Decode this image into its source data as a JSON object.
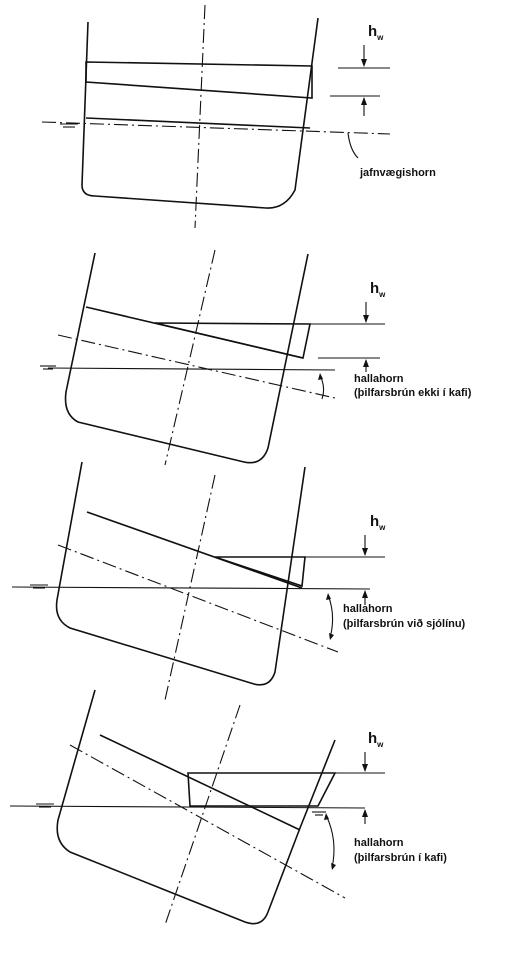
{
  "panels": [
    {
      "id": "upright",
      "hw_symbol": "h",
      "hw_subscript": "w",
      "angle_label_lines": [
        "jafnvægishorn"
      ]
    },
    {
      "id": "heel-edge-dry",
      "hw_symbol": "h",
      "hw_subscript": "w",
      "angle_label_lines": [
        "hallahorn",
        "(þilfarsbrún ekki í kafi)"
      ]
    },
    {
      "id": "heel-edge-waterline",
      "hw_symbol": "h",
      "hw_subscript": "w",
      "angle_label_lines": [
        "hallahorn",
        "(þilfarsbrún við sjólínu)"
      ]
    },
    {
      "id": "heel-edge-submerged",
      "hw_symbol": "h",
      "hw_subscript": "w",
      "angle_label_lines": [
        "hallahorn",
        "(þilfarsbrún í kafi)"
      ]
    }
  ],
  "colors": {
    "line": "#111111",
    "background": "#ffffff"
  }
}
